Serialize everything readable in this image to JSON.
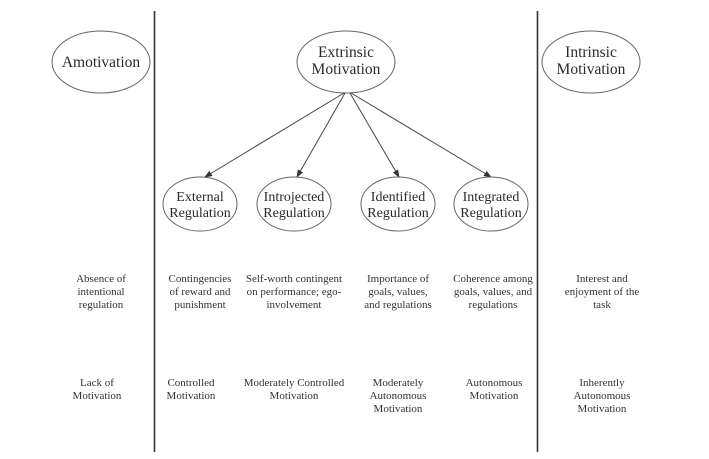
{
  "nodes": {
    "amotivation": [
      "Amotivation"
    ],
    "extrinsic": [
      "Extrinsic",
      "Motivation"
    ],
    "intrinsic": [
      "Intrinsic",
      "Motivation"
    ],
    "external": [
      "External",
      "Regulation"
    ],
    "introjected": [
      "Introjected",
      "Regulation"
    ],
    "identified": [
      "Identified",
      "Regulation"
    ],
    "integrated": [
      "Integrated",
      "Regulation"
    ]
  },
  "regulation_descriptions": {
    "amotivation": "Absence of\nintentional\nregulation",
    "external": "Contingencies\nof reward and\npunishment",
    "introjected": "Self-worth contingent\non performance; ego-\ninvolvement",
    "identified": "Importance of\ngoals, values,\nand regulations",
    "integrated": "Coherence among\ngoals, values, and\nregulations",
    "intrinsic": "Interest and\nenjoyment of the\ntask"
  },
  "motivation_types": {
    "amotivation": "Lack of\nMotivation",
    "external": "Controlled\nMotivation",
    "introjected": "Moderately Controlled\nMotivation",
    "identified": "Moderately\nAutonomous\nMotivation",
    "integrated": "Autonomous\nMotivation",
    "intrinsic": "Inherently\nAutonomous\nMotivation"
  }
}
